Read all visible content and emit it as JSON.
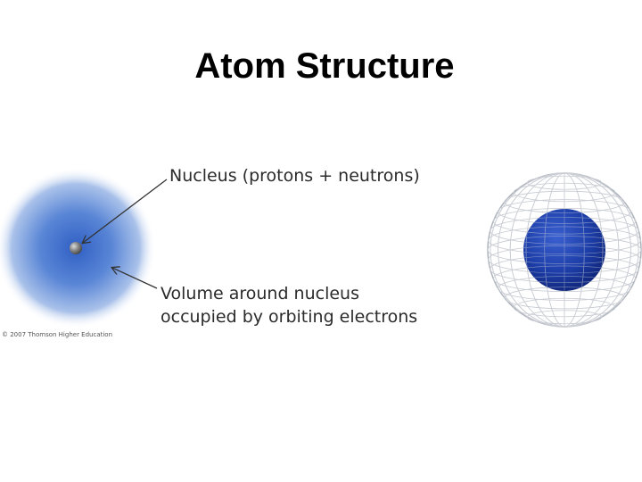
{
  "title": "Atom Structure",
  "labels": {
    "nucleus": "Nucleus (protons + neutrons)",
    "volume_line1": "Volume around nucleus",
    "volume_line2": "occupied by orbiting electrons"
  },
  "copyright": "© 2007 Thomson Higher Education",
  "colors": {
    "electron_cloud": "#3f6fcf",
    "nucleus_sphere": "#1c3a9e",
    "wire_mesh": "#b8bcc4",
    "arrow": "#333333"
  }
}
